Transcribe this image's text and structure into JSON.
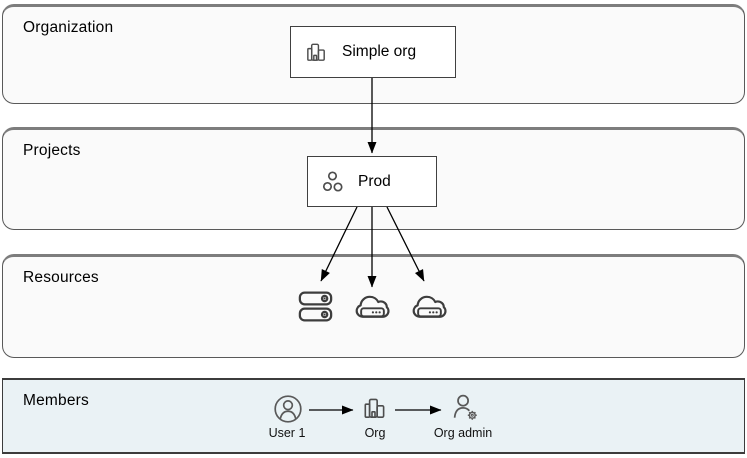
{
  "sections": {
    "organization": {
      "label": "Organization"
    },
    "projects": {
      "label": "Projects"
    },
    "resources": {
      "label": "Resources"
    },
    "members": {
      "label": "Members"
    }
  },
  "nodes": {
    "org": {
      "label": "Simple org",
      "icon": "building-icon"
    },
    "prod": {
      "label": "Prod",
      "icon": "project-dots-icon"
    }
  },
  "resources": {
    "items": [
      {
        "icon": "server-stack-icon"
      },
      {
        "icon": "cloud-server-icon"
      },
      {
        "icon": "cloud-server-icon"
      }
    ]
  },
  "members": {
    "flow": [
      {
        "icon": "user-icon",
        "label": "User 1"
      },
      {
        "icon": "org-building-icon",
        "label": "Org"
      },
      {
        "icon": "user-gear-icon",
        "label": "Org admin"
      }
    ]
  },
  "colors": {
    "section_fill": "#fafafa",
    "section_border": "#595959",
    "section_border_top": "#7d7d7d",
    "members_fill": "#eaf2f5",
    "members_border": "#3c3c3c",
    "node_border": "#404040",
    "icon_stroke": "#4d4d4d",
    "resource_icon_stroke": "#3d3d3d",
    "arrow": "#000000",
    "text": "#000000"
  }
}
